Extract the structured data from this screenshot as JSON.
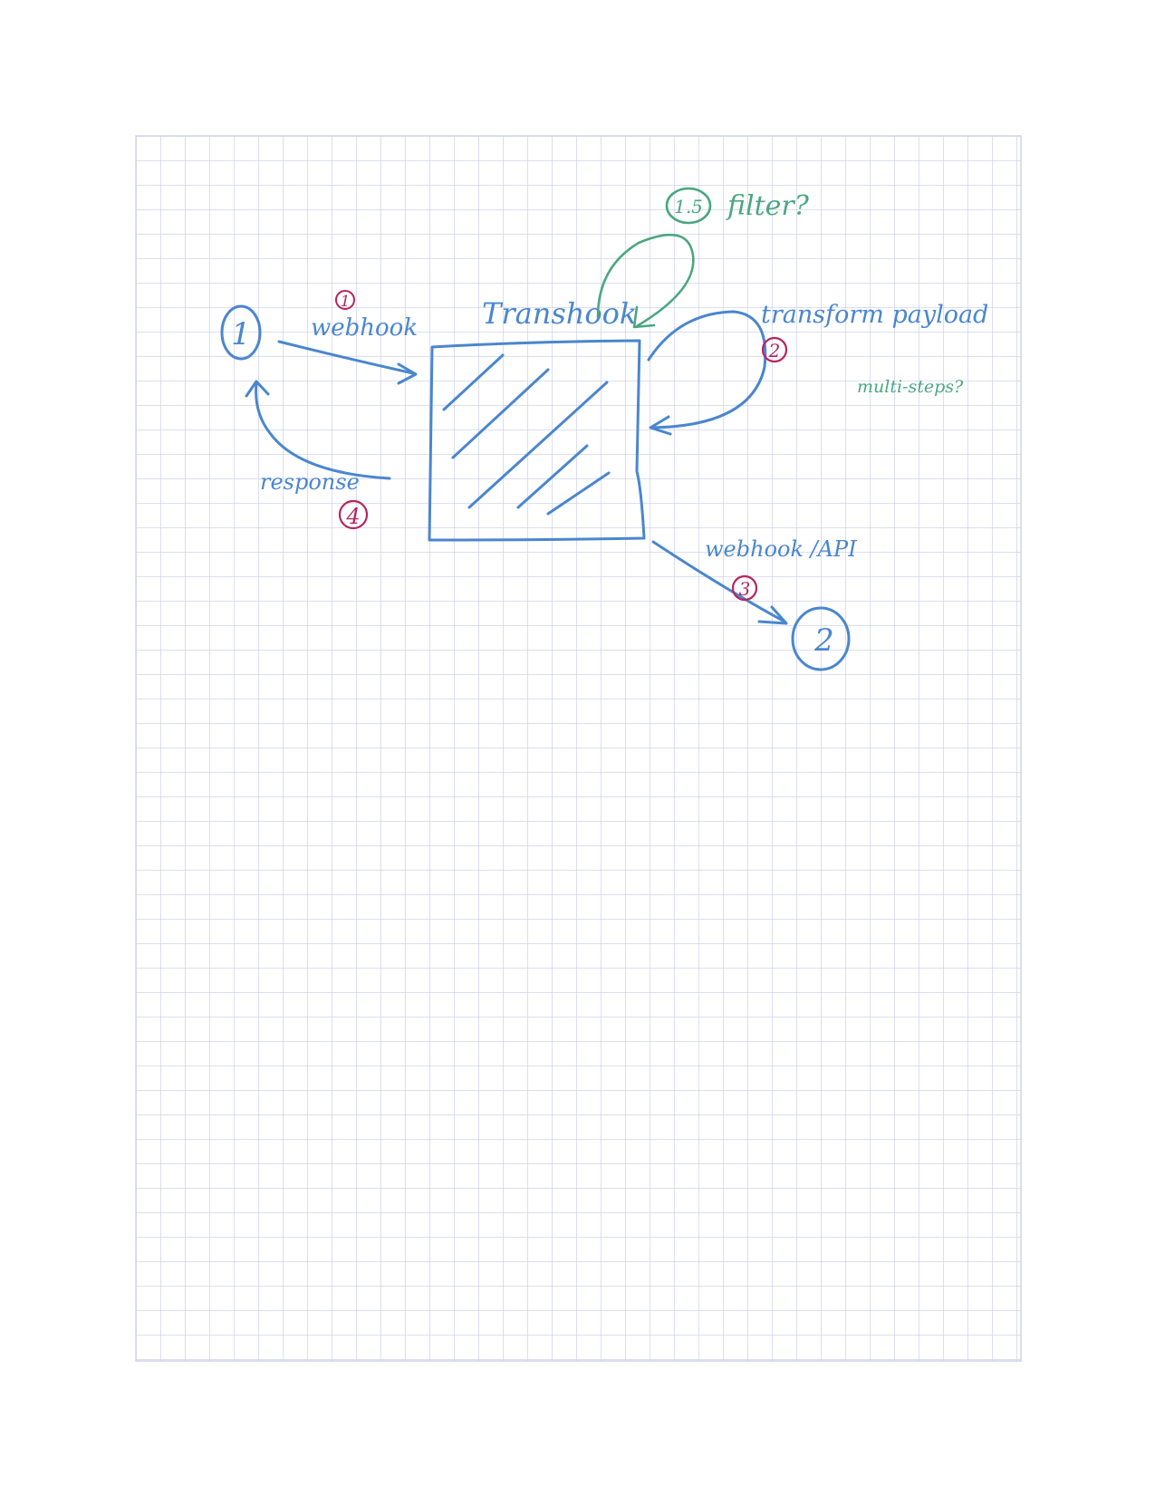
{
  "colors": {
    "grid": "#c9cce8",
    "blue": "#4a86cf",
    "green": "#4aa77f",
    "red": "#b5255f"
  },
  "nodes": {
    "source": "1",
    "target": "2",
    "hub": "Transhook"
  },
  "edges": {
    "inbound": "webhook",
    "response": "response",
    "outbound": "webhook /API"
  },
  "steps": {
    "s1": "1",
    "s15": "1.5",
    "s2": "2",
    "s3": "3",
    "s4": "4"
  },
  "annotations": {
    "filter": "filter?",
    "transform": "transform payload",
    "multi": "multi-steps?"
  }
}
